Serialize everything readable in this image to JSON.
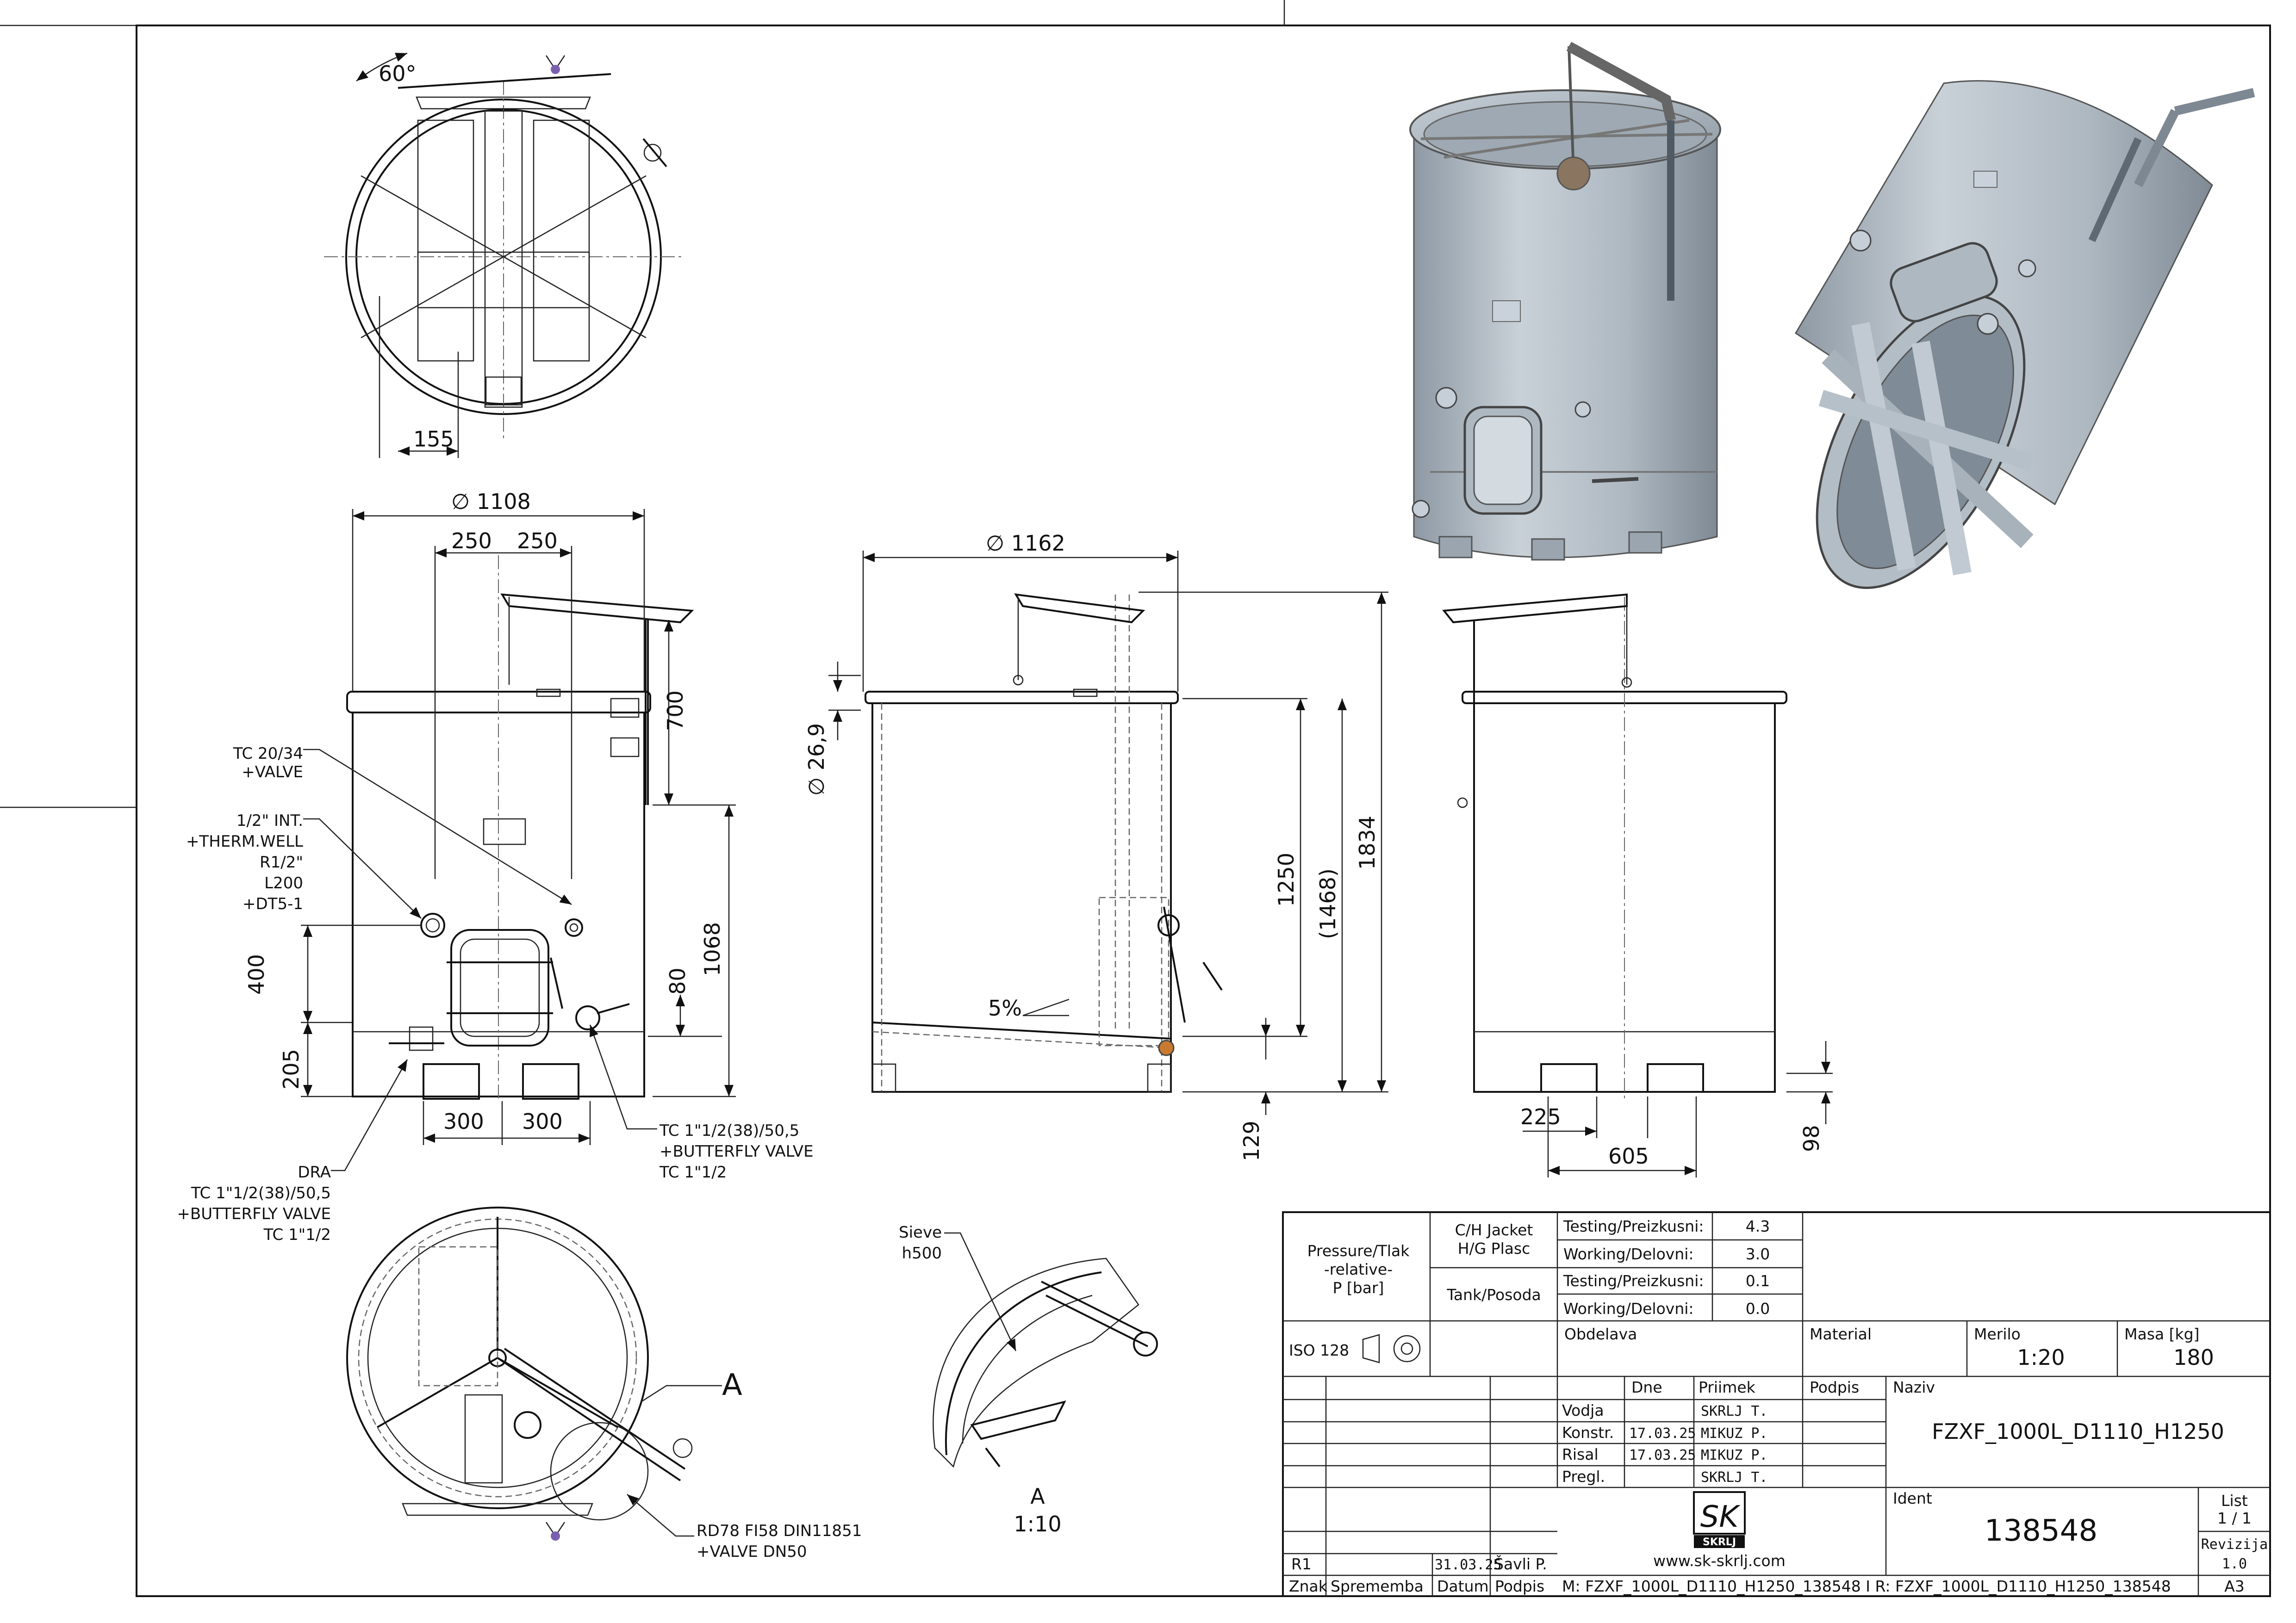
{
  "views": {
    "top": {
      "angle": "60°",
      "offset": "155"
    },
    "front": {
      "diameter": "∅ 1108",
      "spacing_left": "250",
      "spacing_right": "250",
      "arm_height": "700",
      "height_1068": "1068",
      "height_400": "400",
      "height_205": "205",
      "height_80": "80",
      "foot_left": "300",
      "foot_right": "300",
      "notes": {
        "tc_valve": [
          "TC 20/34",
          "+VALVE"
        ],
        "therm_well": [
          "1/2\" INT.",
          "+THERM.WELL",
          "R1/2\"",
          "L200",
          "+DT5-1"
        ],
        "butterfly_valve": [
          "TC 1\"1/2(38)/50,5",
          "+BUTTERFLY VALVE",
          "TC 1\"1/2"
        ],
        "dra": [
          "DRA",
          "TC 1\"1/2(38)/50,5",
          "+BUTTERFLY VALVE",
          "TC 1\"1/2"
        ]
      }
    },
    "section": {
      "diameter": "∅ 1162",
      "pipe": "∅ 26,9",
      "height_1250": "1250",
      "height_1468": "(1468)",
      "height_1834": "1834",
      "height_129": "129",
      "slope": "5%"
    },
    "side": {
      "dim_225": "225",
      "dim_605": "605",
      "dim_98": "98"
    },
    "bottom": {
      "marker": "A",
      "manway_note": [
        "RD78 FI58 DIN11851",
        "+VALVE DN50"
      ]
    },
    "detail": {
      "sieve_note": [
        "Sieve",
        "h500"
      ],
      "title": "A",
      "scale": "1:10"
    }
  },
  "title_block": {
    "pressure_label": [
      "Pressure/Tlak",
      "-relative-",
      "P [bar]"
    ],
    "jacket_label": [
      "C/H Jacket",
      "H/G Plasc"
    ],
    "tank_label": "Tank/Posoda",
    "testing_label": "Testing/Preizkusni:",
    "working_label": "Working/Delovni:",
    "jacket_testing": "4.3",
    "jacket_working": "3.0",
    "tank_testing": "0.1",
    "tank_working": "0.0",
    "iso": "ISO 128",
    "obdelava": "Obdelava",
    "material": "Material",
    "merilo_label": "Merilo",
    "merilo": "1:20",
    "masa_label": "Masa [kg]",
    "masa": "180",
    "col_dne": "Dne",
    "col_priimek": "Priimek",
    "col_podpis": "Podpis",
    "naziv_label": "Naziv",
    "naziv": "FZXF_1000L_D1110_H1250",
    "rows": [
      {
        "role": "Vodja",
        "date": "",
        "name": "SKRLJ T."
      },
      {
        "role": "Konstr.",
        "date": "17.03.25",
        "name": "MIKUZ P."
      },
      {
        "role": "Risal",
        "date": "17.03.25",
        "name": "MIKUZ P."
      },
      {
        "role": "Pregl.",
        "date": "",
        "name": "SKRLJ T."
      }
    ],
    "ident_label": "Ident",
    "ident": "138548",
    "list_label": "List",
    "list": "1 / 1",
    "revizija_label": "Revizija",
    "revizija": "1.0",
    "format": "A3",
    "logo_letters": "SK",
    "logo_brand": "SKRLJ",
    "website": "www.sk-skrlj.com",
    "revision_row": {
      "mark": "R1",
      "date": "31.03.25",
      "name": "Šavli P."
    },
    "footer": {
      "znak": "Znak",
      "sprememba": "Sprememba",
      "datum": "Datum",
      "podpis": "Podpis",
      "files": "M: FZXF_1000L_D1110_H1250_138548 I R: FZXF_1000L_D1110_H1250_138548"
    }
  }
}
